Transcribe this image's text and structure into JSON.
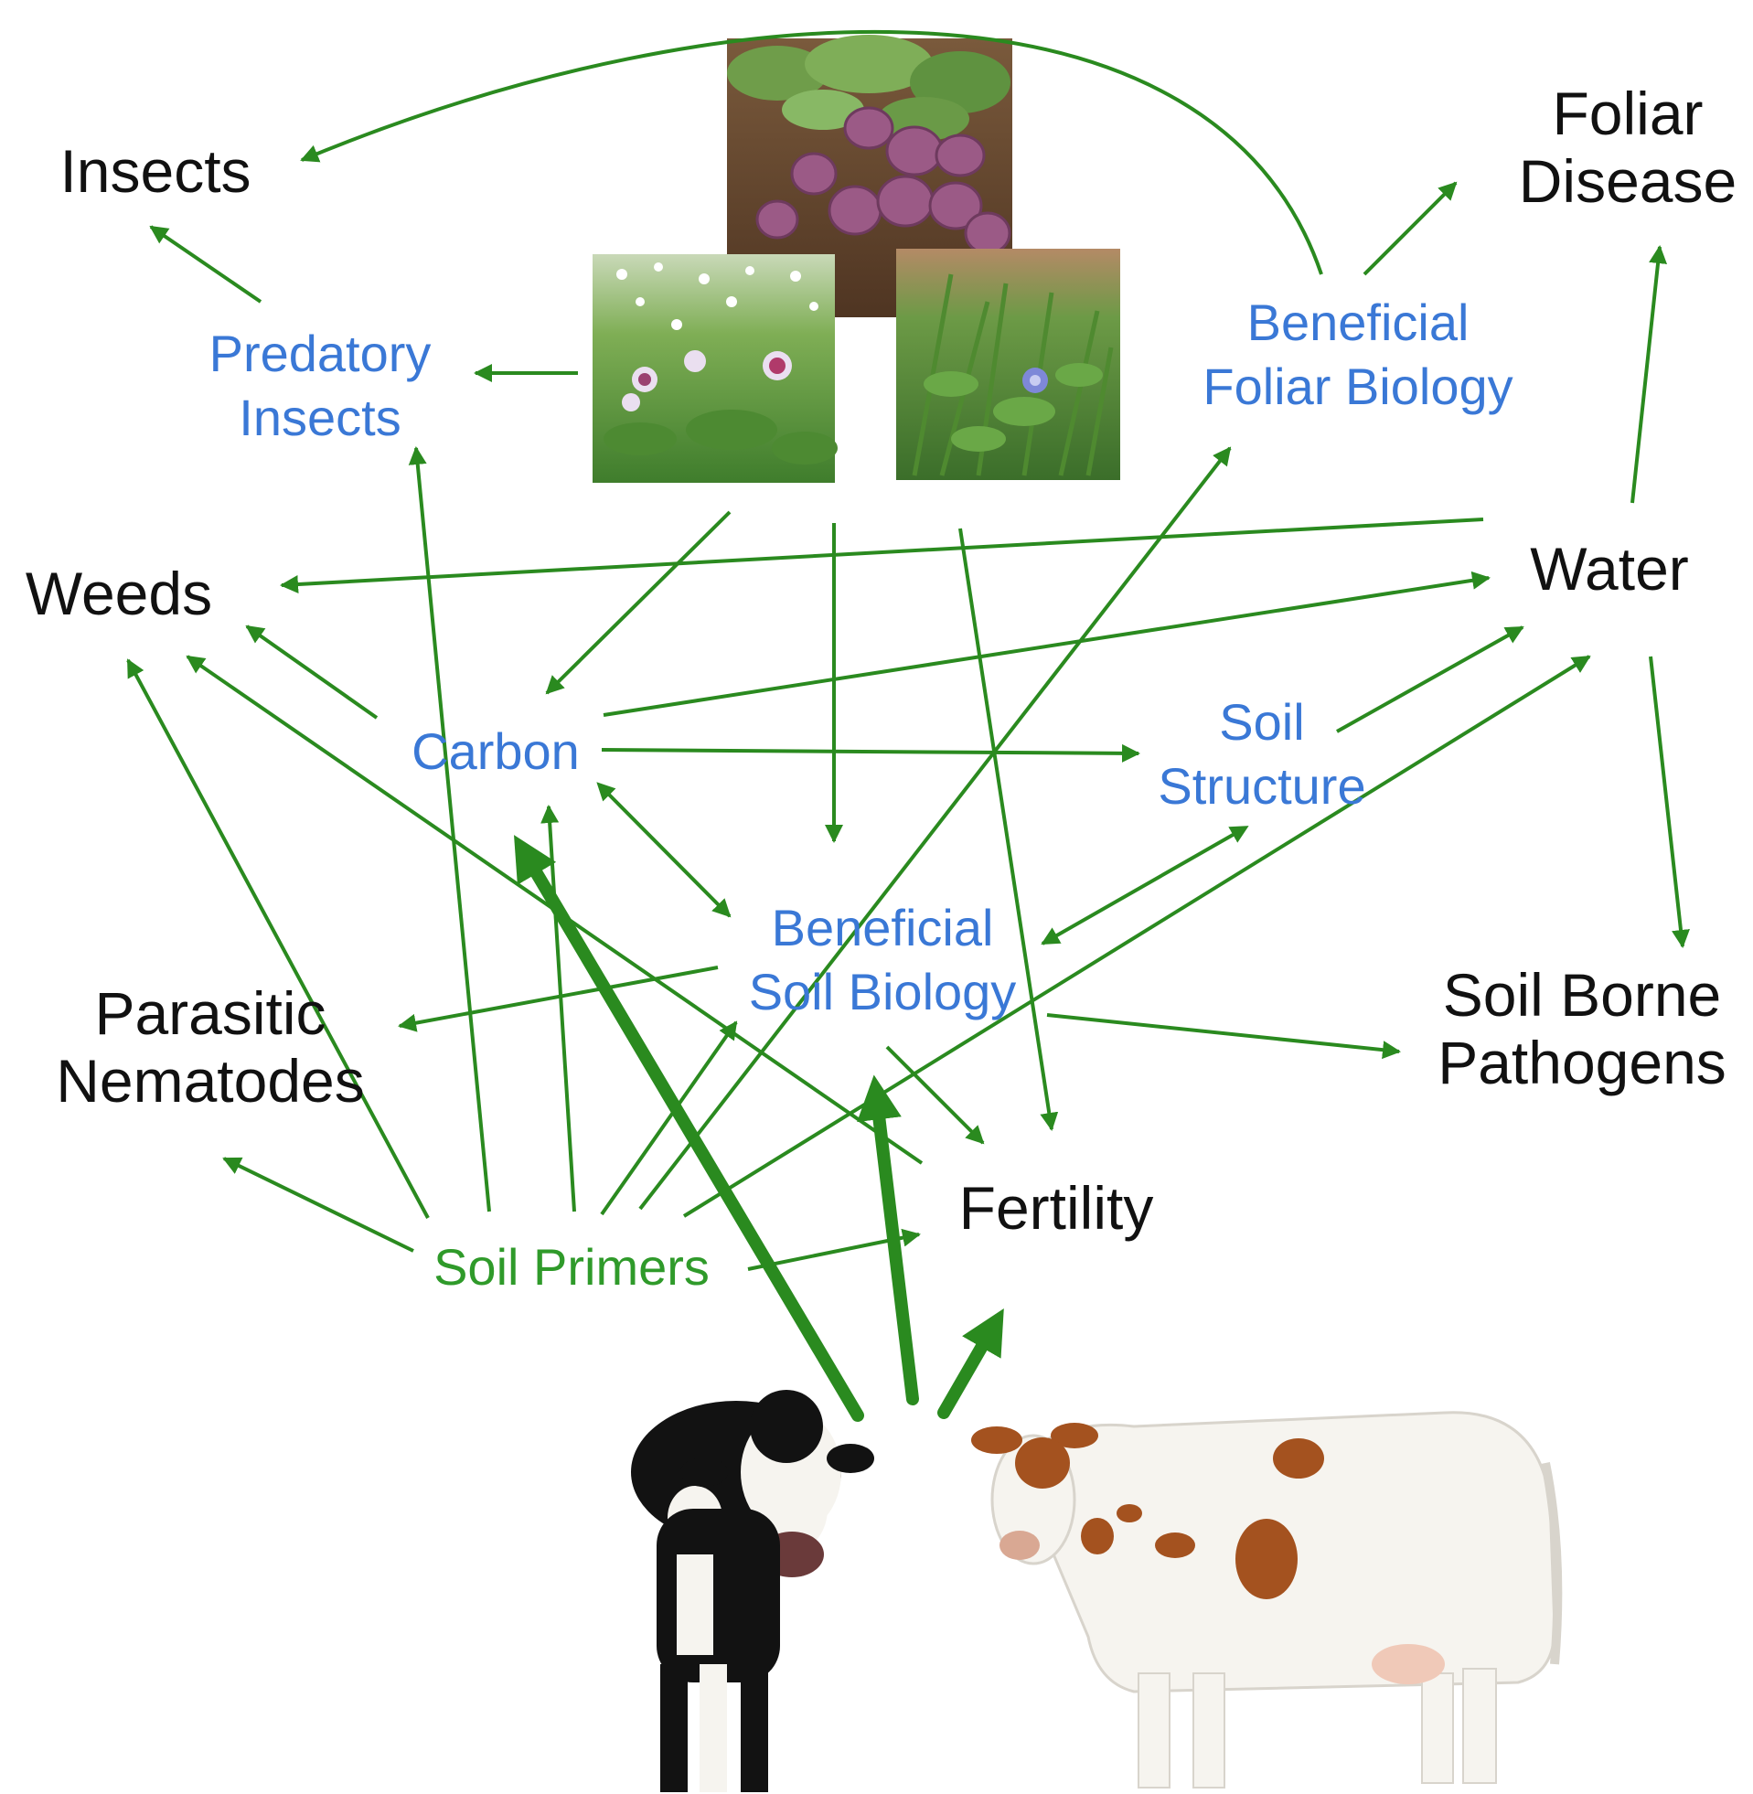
{
  "colors": {
    "arrow": "#2a8a1f",
    "driver_label": "#2f9a2a",
    "biology_label": "#3a78d6",
    "outcome_label": "#111111",
    "soil": "#6b4a2f",
    "potato_skin": "#9b5a86",
    "foliage": "#5f9a3e",
    "flower": "#e7d8f2",
    "cow_black": "#121212",
    "cow_brown": "#a4521f",
    "cow_white": "#f6f4ef"
  },
  "pictures": {
    "potato_tubers": "potato-tubers-photo",
    "potato_field": "flowering-potato-field-photo",
    "cover_crop": "cover-crop-plant-photo",
    "holstein_cow": "holstein-cow-photo",
    "red_white_cow": "red-and-white-cow-photo"
  },
  "labels": {
    "insects": [
      "Insects"
    ],
    "foliar_disease": [
      "Foliar",
      "Disease"
    ],
    "predatory_insects": [
      "Predatory",
      "Insects"
    ],
    "beneficial_foliar_biology": [
      "Beneficial",
      "Foliar Biology"
    ],
    "weeds": [
      "Weeds"
    ],
    "water": [
      "Water"
    ],
    "carbon": [
      "Carbon"
    ],
    "soil_structure": [
      "Soil",
      "Structure"
    ],
    "beneficial_soil_biology": [
      "Beneficial",
      "Soil Biology"
    ],
    "parasitic_nematodes": [
      "Parasitic",
      "Nematodes"
    ],
    "soil_borne_pathogens": [
      "Soil Borne",
      "Pathogens"
    ],
    "fertility": [
      "Fertility"
    ],
    "soil_primers": [
      "Soil Primers"
    ]
  }
}
